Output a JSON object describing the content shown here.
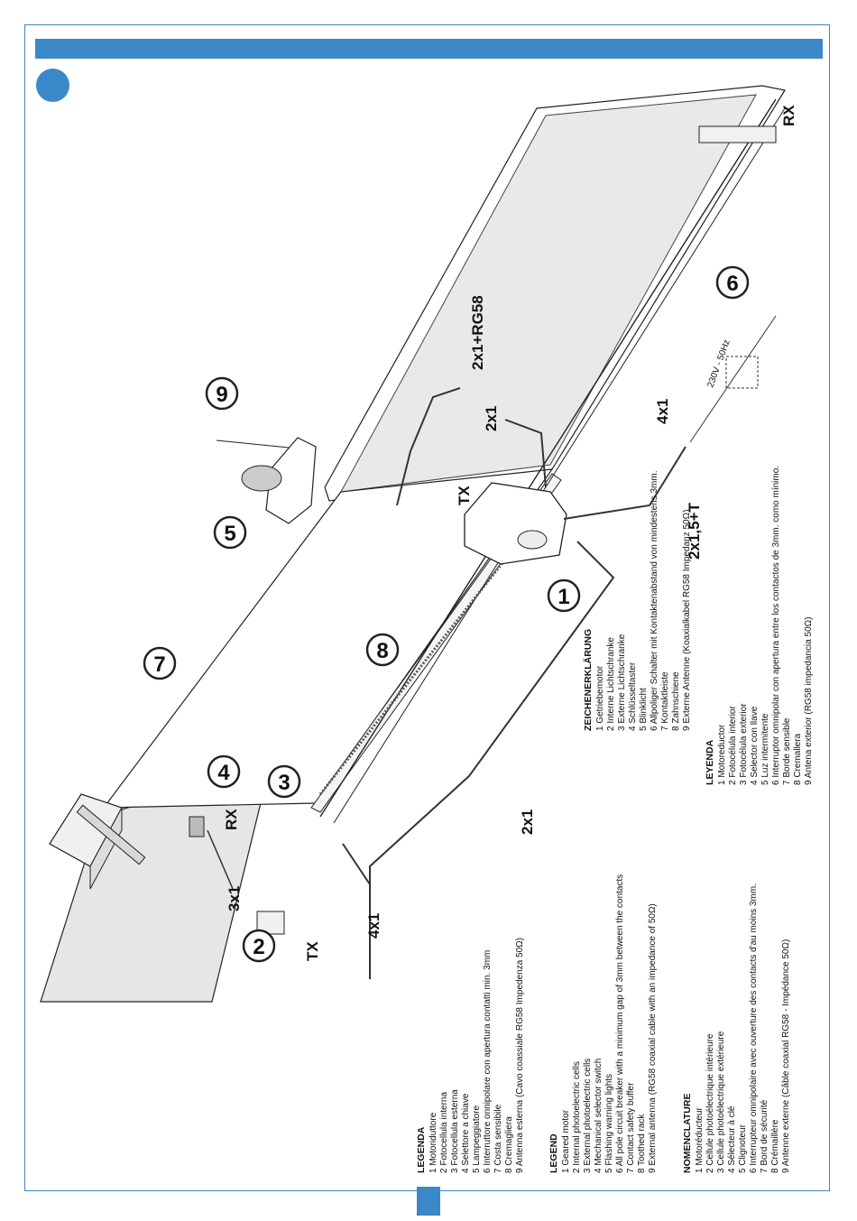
{
  "accent_color": "#3a88c8",
  "callouts": {
    "n1": "1",
    "n2": "2",
    "n3": "3",
    "n4": "4",
    "n5": "5",
    "n6": "6",
    "n7": "7",
    "n8": "8",
    "n9": "9"
  },
  "labels": {
    "rx_top": "RX",
    "rx_left": "RX",
    "tx_mid": "TX",
    "tx_left": "TX",
    "cable_2x1_rg58": "2x1+RG58",
    "cable_2x1_top": "2x1",
    "cable_4x1_right": "4x1",
    "cable_2x1_5_t": "2x1,5+T",
    "cable_2x1_bottom": "2x1",
    "cable_4x1_left": "4x1",
    "cable_3x1": "3x1",
    "power": "230V - 50Hz"
  },
  "legend_it": {
    "title": "LEGENDA",
    "items": [
      "1  Motoriduttore",
      "2  Fotocellula interna",
      "3  Fotocellula esterna",
      "4  Selettore a chiave",
      "5  Lampeggiatore",
      "6  Interruttore onnipolare con apertura contatti min. 3mm",
      "7  Costa sensibile",
      "8  Cremagliera",
      "9  Antenna esterna (Cavo coassiale RG58 Impedenza 50Ω)"
    ]
  },
  "legend_en": {
    "title": "LEGEND",
    "items": [
      "1  Geared motor",
      "2  Internal photoelectric cells",
      "3  External photoelectric cells",
      "4  Mechanical selector switch",
      "5  Flashing warning lights",
      "6  All pole circuit breaker with a minimum gap of 3mm between the contacts",
      "7  Contact safety buffer",
      "8  Toothed rack",
      "9  External antenna (RG58 coaxial cable with an impedance of 50Ω)"
    ]
  },
  "legend_fr": {
    "title": "NOMENCLATURE",
    "items": [
      "1  Motoréducteur",
      "2  Cellule photoélectrique intérieure",
      "3  Cellule photoélectrique extérieure",
      "4  Sélecteur à clé",
      "5  Clignoteur",
      "6  Interrupteur omnipolaire avec ouverture des contacts d'au moins 3mm.",
      "7  Bord de sécurité",
      "8  Crémaillère",
      "9  Antenne externe (Câble coaxial RG58 - Impédance 50Ω)"
    ]
  },
  "legend_de": {
    "title": "ZEICHENERKLÄRUNG",
    "items": [
      "1  Getriebemotor",
      "2  Interne Lichtschranke",
      "3  Externe Lichtschranke",
      "4  Schlüsseltaster",
      "5  Blinklicht",
      "6  Allpoliger Schalter mit Kontaktenabstand von mindestens 3mm.",
      "7  Kontaktleiste",
      "8  Zahnschiene",
      "9  Externe Antenne (Koaxialkabel RG58 Impedanz 50Ω)"
    ]
  },
  "legend_es": {
    "title": "LEYENDA",
    "items": [
      "1  Motoreductor",
      "2  Fotocélula interior",
      "3  Fotocélula exterior",
      "4  Selector con llave",
      "5  Luz intermitente",
      "6  Interruptor omnipolar con apertura entre los contactos de 3mm. como mínimo.",
      "7  Borde sensible",
      "8  Cremallera",
      "9  Antena exterior (RG58 impedancia 50Ω)"
    ]
  }
}
